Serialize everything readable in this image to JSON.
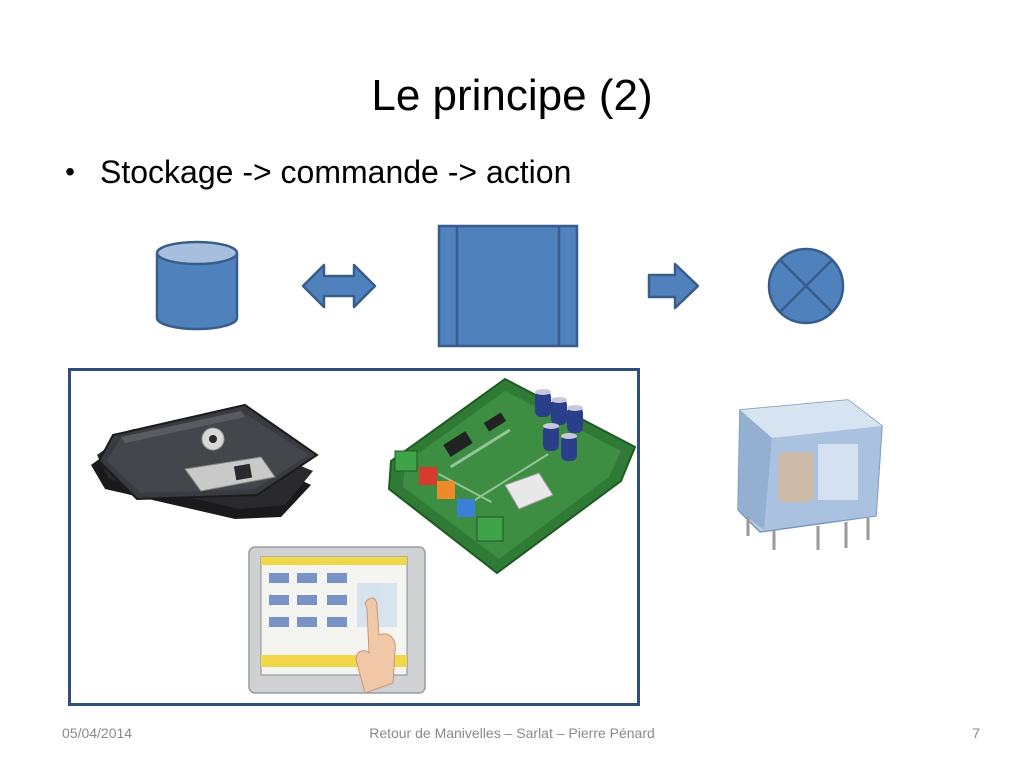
{
  "slide": {
    "title": "Le principe (2)",
    "bullets": [
      "Stockage -> commande -> action"
    ]
  },
  "diagram": {
    "symbols": [
      "storage-cylinder",
      "bidirectional-arrow",
      "controller-box",
      "right-arrow",
      "lamp-symbol"
    ],
    "fill_color": "#4f81bd",
    "stroke_color": "#385d8a"
  },
  "photos": [
    "floppy-disks",
    "circuit-board",
    "touch-panel",
    "relay"
  ],
  "footer": {
    "date": "05/04/2014",
    "center": "Retour de Manivelles – Sarlat – Pierre Pénard",
    "page": "7"
  }
}
